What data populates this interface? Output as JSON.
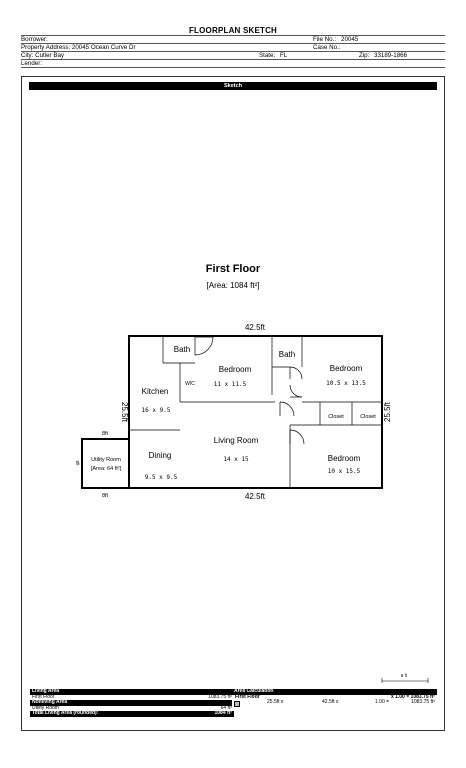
{
  "title": "FLOORPLAN SKETCH",
  "header": {
    "borrower_label": "Borrower:",
    "file_no_label": "File No.:",
    "file_no": "20045",
    "address_label": "Property Address:",
    "address": "20045 Ocean Curve Dr",
    "case_no_label": "Case No.:",
    "city_label": "City:",
    "city": "Cutler Bay",
    "state_label": "State:",
    "state": "FL",
    "zip_label": "Zip:",
    "zip": "33189-1866",
    "lender_label": "Lender:"
  },
  "sketch_label": "Sketch",
  "floor": {
    "title": "First Floor",
    "area": "[Area: 1084 ft²]"
  },
  "dimensions": {
    "top": "42.5ft",
    "bottom": "42.5ft",
    "left": "25.5ft",
    "right": "25.5ft",
    "utility_top": "8ft",
    "utility_bottom": "8ft",
    "utility_side": "8ft"
  },
  "rooms": {
    "bath1": "Bath",
    "bedroom1": "Bedroom",
    "bedroom1_size": "11 x 11.5",
    "wic": "WIC",
    "bath2": "Bath",
    "bedroom2": "Bedroom",
    "bedroom2_size": "10.5 x 13.5",
    "kitchen": "Kitchen",
    "kitchen_size": "16 x 9.5",
    "closet1": "Closet",
    "closet2": "Closet",
    "living": "Living Room",
    "living_size": "14 x 15",
    "dining": "Dining",
    "dining_size": "9.5 x 9.5",
    "bedroom3": "Bedroom",
    "bedroom3_size": "10 x 15.5",
    "utility": "Utility Room",
    "utility_area": "[Area: 64 ft²]"
  },
  "scale_label": "8 ft",
  "table": {
    "living_area_header": "Living Area",
    "calc_header": "Area Calculation",
    "first_floor_label": "First Floor",
    "first_floor_value": "1083.75 ft²",
    "calc_floor_label": "First Floor",
    "calc_multiplier": "x 1.00 = 1083.75 ft²",
    "nonliving_header": "Nonliving Area",
    "calc_a": "25.5ft x",
    "calc_b": "42.5ft x",
    "calc_c": "1.00 =",
    "calc_result": "1083.75 ft²",
    "utility_label": "Utility Room",
    "utility_value": "64 ft²",
    "total_label": "Total Living Area (rounded):",
    "total_value": "1084 ft²"
  }
}
